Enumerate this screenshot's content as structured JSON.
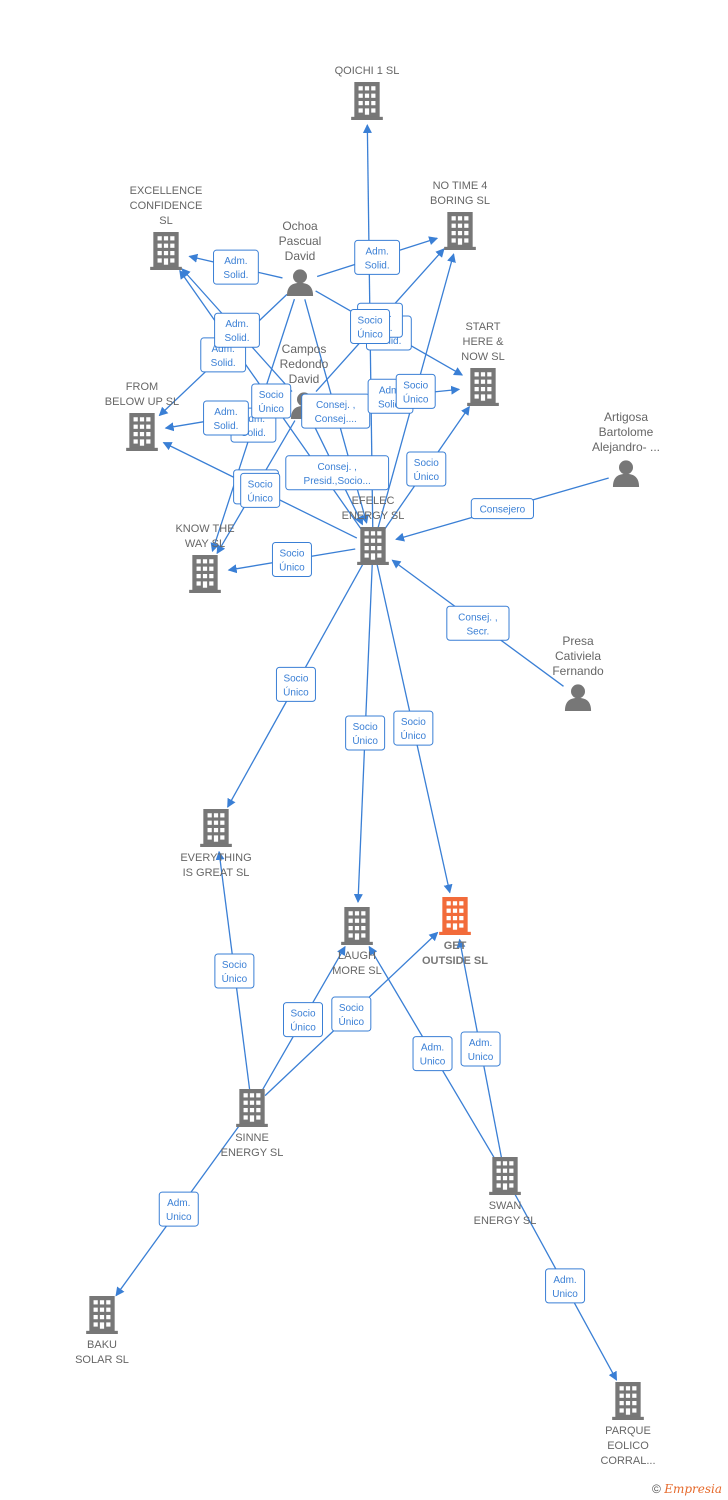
{
  "colors": {
    "edge": "#3a7fd5",
    "company": "#777777",
    "company_highlight": "#f26b3a",
    "person": "#777777"
  },
  "nodes": [
    {
      "id": "qoichi",
      "type": "company",
      "icon": "building-icon",
      "label": [
        "QOICHI 1  SL"
      ]
    },
    {
      "id": "excellence",
      "type": "company",
      "icon": "building-icon",
      "label": [
        "EXCELLENCE",
        "CONFIDENCE",
        "SL"
      ]
    },
    {
      "id": "notime",
      "type": "company",
      "icon": "building-icon",
      "label": [
        "NO TIME 4",
        "BORING  SL"
      ]
    },
    {
      "id": "ochoa",
      "type": "person",
      "icon": "person-icon",
      "label": [
        "Ochoa",
        "Pascual",
        "David"
      ]
    },
    {
      "id": "campos",
      "type": "person",
      "icon": "person-icon",
      "label": [
        "Campos",
        "Redondo",
        "David"
      ]
    },
    {
      "id": "start",
      "type": "company",
      "icon": "building-icon",
      "label": [
        "START",
        "HERE &",
        "NOW  SL"
      ]
    },
    {
      "id": "frombelow",
      "type": "company",
      "icon": "building-icon",
      "label": [
        "FROM",
        "BELOW UP  SL"
      ]
    },
    {
      "id": "artigosa",
      "type": "person",
      "icon": "person-icon",
      "label": [
        "Artigosa",
        "Bartolome",
        "Alejandro- ..."
      ]
    },
    {
      "id": "efelec",
      "type": "company",
      "icon": "building-icon",
      "label": [
        "EFELEC",
        "ENERGY  SL"
      ]
    },
    {
      "id": "knowway",
      "type": "company",
      "icon": "building-icon",
      "label": [
        "KNOW THE",
        "WAY  SL"
      ]
    },
    {
      "id": "presa",
      "type": "person",
      "icon": "person-icon",
      "label": [
        "Presa",
        "Cativiela",
        "Fernando"
      ]
    },
    {
      "id": "everything",
      "type": "company",
      "icon": "building-icon",
      "label": [
        "EVERYTHING",
        "IS GREAT  SL"
      ]
    },
    {
      "id": "laugh",
      "type": "company",
      "icon": "building-icon",
      "label": [
        "LAUGH",
        "MORE  SL"
      ]
    },
    {
      "id": "getoutside",
      "type": "company",
      "icon": "building-icon",
      "highlight": true,
      "label": [
        "GET",
        "OUTSIDE  SL"
      ]
    },
    {
      "id": "sinne",
      "type": "company",
      "icon": "building-icon",
      "label": [
        "SINNE",
        "ENERGY  SL"
      ]
    },
    {
      "id": "swan",
      "type": "company",
      "icon": "building-icon",
      "label": [
        "SWAN",
        "ENERGY  SL"
      ]
    },
    {
      "id": "baku",
      "type": "company",
      "icon": "building-icon",
      "label": [
        "BAKU",
        "SOLAR SL"
      ]
    },
    {
      "id": "parque",
      "type": "company",
      "icon": "building-icon",
      "label": [
        "PARQUE",
        "EOLICO",
        "CORRAL..."
      ]
    }
  ],
  "edges": [
    {
      "from": "ochoa",
      "to": "excellence",
      "label": [
        "Adm.",
        "Solid."
      ]
    },
    {
      "from": "ochoa",
      "to": "notime",
      "label": [
        "Adm.",
        "Solid."
      ]
    },
    {
      "from": "ochoa",
      "to": "start",
      "label": [
        "Adm.",
        "Solid."
      ]
    },
    {
      "from": "ochoa",
      "to": "frombelow",
      "label": [
        "Adm.",
        "Solid."
      ]
    },
    {
      "from": "ochoa",
      "to": "knowway",
      "label": [
        "Adm.",
        "Solid."
      ]
    },
    {
      "from": "ochoa",
      "to": "efelec",
      "label": [
        "Consej. ,",
        "Consej...."
      ]
    },
    {
      "from": "campos",
      "to": "excellence",
      "label": [
        "Adm.",
        "Solid."
      ]
    },
    {
      "from": "campos",
      "to": "notime",
      "label": [
        "Adm.",
        "Solid."
      ]
    },
    {
      "from": "campos",
      "to": "start",
      "label": [
        "Adm.",
        "Solid."
      ]
    },
    {
      "from": "campos",
      "to": "frombelow",
      "label": [
        "Adm.",
        "Solid."
      ]
    },
    {
      "from": "campos",
      "to": "knowway",
      "label": [
        "Adm.",
        "Solid."
      ]
    },
    {
      "from": "campos",
      "to": "efelec",
      "label": [
        "Consej. ,",
        "Presid.,Socio..."
      ]
    },
    {
      "from": "efelec",
      "to": "qoichi",
      "label": [
        "Socio",
        "Único"
      ]
    },
    {
      "from": "efelec",
      "to": "excellence",
      "label": [
        "Socio",
        "Único"
      ]
    },
    {
      "from": "efelec",
      "to": "notime",
      "label": [
        "Socio",
        "Único"
      ]
    },
    {
      "from": "efelec",
      "to": "start",
      "label": [
        "Socio",
        "Único"
      ]
    },
    {
      "from": "efelec",
      "to": "frombelow",
      "label": [
        "Socio",
        "Único"
      ]
    },
    {
      "from": "efelec",
      "to": "knowway",
      "label": [
        "Socio",
        "Único"
      ]
    },
    {
      "from": "efelec",
      "to": "everything",
      "label": [
        "Socio",
        "Único"
      ]
    },
    {
      "from": "efelec",
      "to": "laugh",
      "label": [
        "Socio",
        "Único"
      ]
    },
    {
      "from": "efelec",
      "to": "getoutside",
      "label": [
        "Socio",
        "Único"
      ]
    },
    {
      "from": "artigosa",
      "to": "efelec",
      "label": [
        "Consejero"
      ]
    },
    {
      "from": "presa",
      "to": "efelec",
      "label": [
        "Consej. ,",
        "Secr."
      ]
    },
    {
      "from": "sinne",
      "to": "everything",
      "label": [
        "Socio",
        "Único"
      ]
    },
    {
      "from": "sinne",
      "to": "laugh",
      "label": [
        "Socio",
        "Único"
      ]
    },
    {
      "from": "sinne",
      "to": "getoutside",
      "label": [
        "Socio",
        "Único"
      ]
    },
    {
      "from": "sinne",
      "to": "baku",
      "label": [
        "Adm.",
        "Unico"
      ]
    },
    {
      "from": "swan",
      "to": "laugh",
      "label": [
        "Adm.",
        "Unico"
      ]
    },
    {
      "from": "swan",
      "to": "getoutside",
      "label": [
        "Adm.",
        "Unico"
      ]
    },
    {
      "from": "swan",
      "to": "parque",
      "label": [
        "Adm.",
        "Unico"
      ]
    }
  ],
  "footer": {
    "copyright": "©",
    "brand": "Empresia"
  }
}
